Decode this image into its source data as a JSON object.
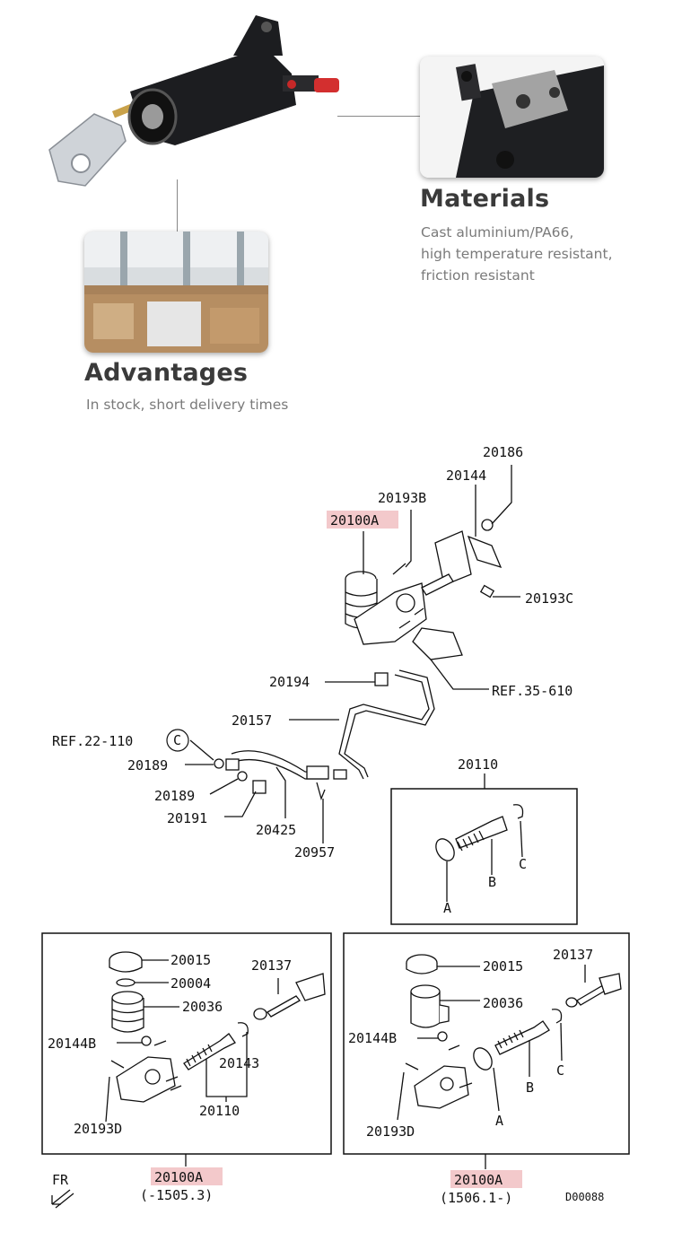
{
  "features": {
    "materials": {
      "heading": "Materials",
      "lines": [
        "Cast aluminium/PA66,",
        "high temperature resistant,",
        "friction resistant"
      ]
    },
    "advantages": {
      "heading": "Advantages",
      "lines": [
        "In stock, short delivery times"
      ]
    }
  },
  "diagram": {
    "labels": {
      "l20186": "20186",
      "l20144": "20144",
      "l20193B": "20193B",
      "l20100A_top": "20100A",
      "l20193C": "20193C",
      "l20194": "20194",
      "lREF35": "REF.35-610",
      "l20157": "20157",
      "lREF22": "REF.22-110",
      "lC_circle": "C",
      "l20189a": "20189",
      "l20189b": "20189",
      "l20191": "20191",
      "l20425": "20425",
      "l20957": "20957",
      "l20110_top": "20110",
      "lA_inset": "A",
      "lB_inset": "B",
      "lC_inset": "C",
      "l20015_l": "20015",
      "l20004_l": "20004",
      "l20137_l": "20137",
      "l20036_l": "20036",
      "l20144B_l": "20144B",
      "l20143_l": "20143",
      "l20110_l": "20110",
      "l20193D_l": "20193D",
      "l20015_r": "20015",
      "l20137_r": "20137",
      "l20036_r": "20036",
      "l20144B_r": "20144B",
      "lC_r": "C",
      "lB_r": "B",
      "lA_r": "A",
      "l20193D_r": "20193D",
      "l20100A_l": "20100A",
      "lRange_l": "(-1505.3)",
      "l20100A_r": "20100A",
      "lRange_r": "(1506.1-)",
      "lFR": "FR",
      "lCode": "D00088"
    }
  }
}
